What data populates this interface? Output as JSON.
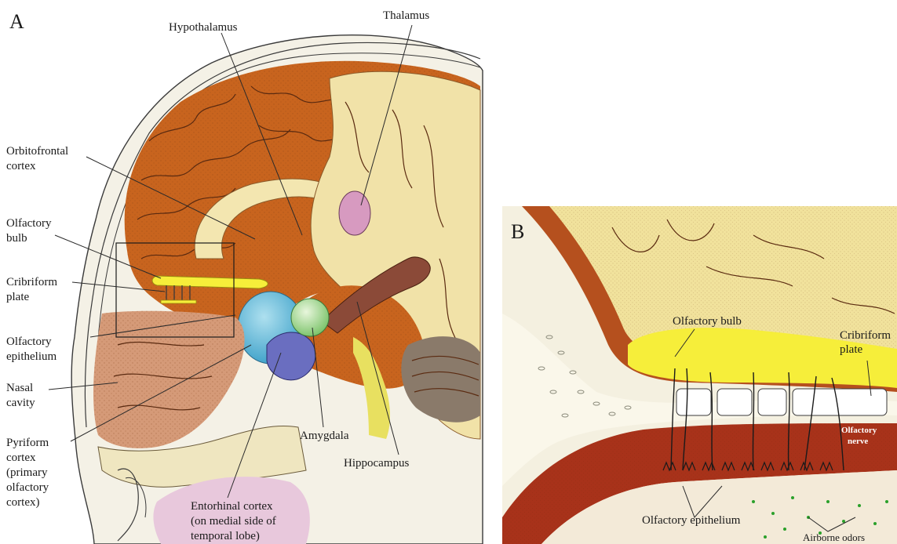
{
  "panel_a": {
    "letter": "A",
    "labels": {
      "hypothalamus": "Hypothalamus",
      "thalamus": "Thalamus",
      "orbitofrontal_1": "Orbitofrontal",
      "orbitofrontal_2": "cortex",
      "olfactory_bulb_1": "Olfactory",
      "olfactory_bulb_2": "bulb",
      "cribriform_1": "Cribriform",
      "cribriform_2": "plate",
      "olf_epi_1": "Olfactory",
      "olf_epi_2": "epithelium",
      "nasal_1": "Nasal",
      "nasal_2": "cavity",
      "pyriform_1": "Pyriform",
      "pyriform_2": "cortex",
      "pyriform_3": "(primary",
      "pyriform_4": "olfactory",
      "pyriform_5": "cortex)",
      "amygdala": "Amygdala",
      "hippocampus": "Hippocampus",
      "entorhinal_1": "Entorhinal cortex",
      "entorhinal_2": "(on medial side of",
      "entorhinal_3": "temporal lobe)"
    }
  },
  "panel_b": {
    "letter": "B",
    "labels": {
      "olfactory_bulb": "Olfactory bulb",
      "cribriform_1": "Cribriform",
      "cribriform_2": "plate",
      "olfactory_nerve_1": "Olfactory",
      "olfactory_nerve_2": "nerve",
      "olfactory_epithelium": "Olfactory epithelium",
      "airborne_odors": "Airborne odors"
    }
  },
  "colors": {
    "cortex_orange": "#c8641e",
    "cortex_dark": "#a8451a",
    "brain_cream": "#f3e6b0",
    "bulb_yellow": "#f6ee3a",
    "amygdala_green": "#b5e0a5",
    "pyriform_blue": "#6cc3de",
    "entorhinal_purple": "#6a6ec0",
    "thalamus_pink": "#d79ac0",
    "skin_brown": "#c9825c",
    "nasal_brown": "#d59a78",
    "epithelium_red": "#a8321a",
    "odor_green": "#2aa02a"
  }
}
